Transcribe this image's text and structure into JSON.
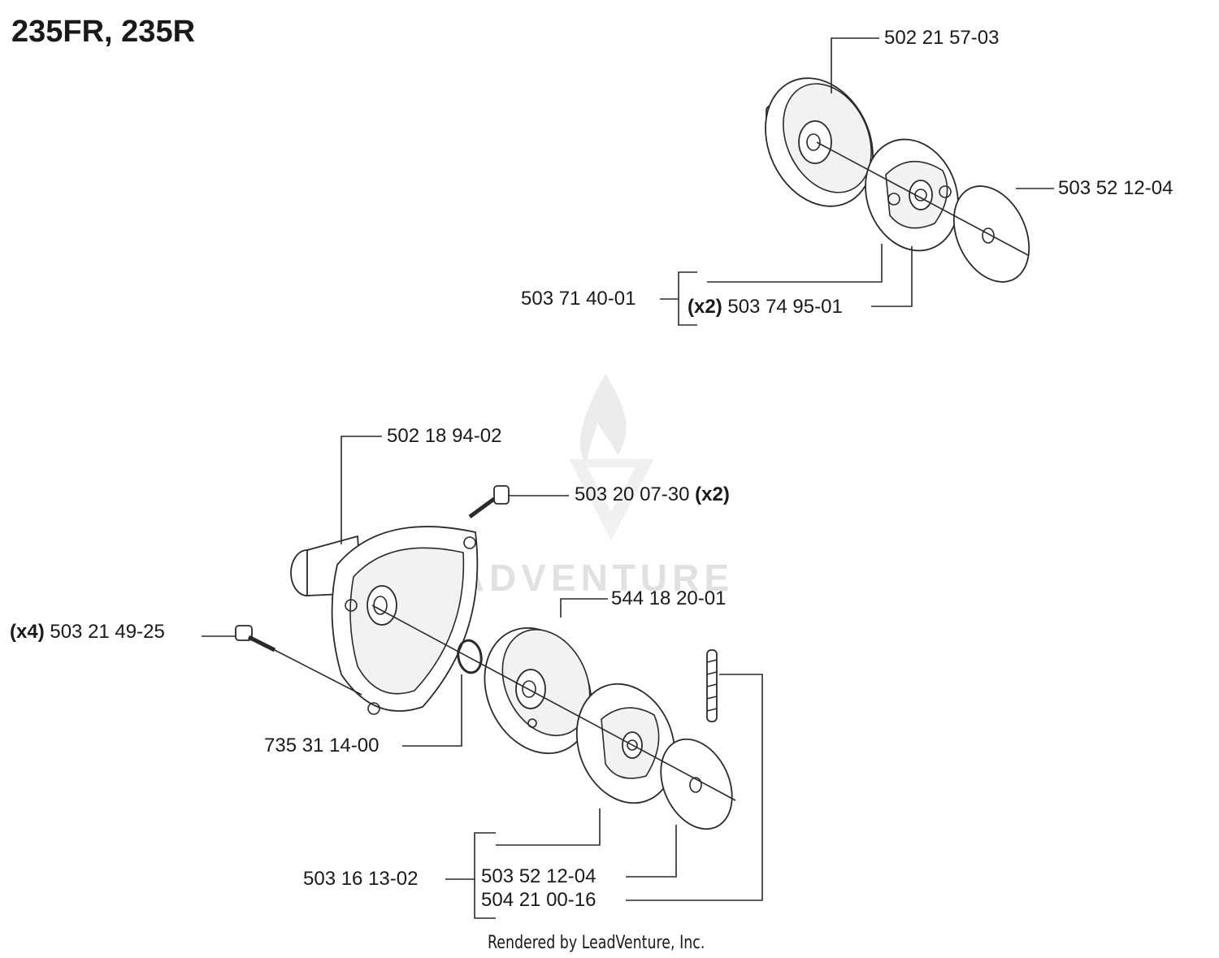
{
  "title": "235FR, 235R",
  "footer": "Rendered by LeadVenture, Inc.",
  "watermark": {
    "text": "LEADVENTURE",
    "logo": "leadventure-flame-logo",
    "color": "#cccccc"
  },
  "clutch_assembly": {
    "drum": "502 21 57-03",
    "washer": "503 52 12-04",
    "assembly": "503 71 40-01",
    "spring_qty": "(x2)",
    "spring": "503 74 95-01"
  },
  "gear_assembly": {
    "housing": "502 18 94-02",
    "bolt_part": "503 20 07-30",
    "bolt_qty": "(x2)",
    "screw_qty": "(x4)",
    "screw_part": "503 21 49-25",
    "drum": "544 18 20-01",
    "oring": "735 31 14-00",
    "assembly": "503 16 13-02",
    "washer": "503 52 12-04",
    "spring": "504 21 00-16"
  }
}
